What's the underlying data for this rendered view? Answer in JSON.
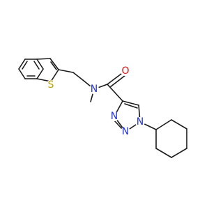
{
  "molecule": {
    "atom_labels": {
      "sulfur": "S",
      "amide_nitrogen": "N",
      "carbonyl_oxygen": "O",
      "triazole_n1": "N",
      "triazole_n2": "N",
      "triazole_n3": "N"
    },
    "colors": {
      "bond": "#1a1a1a",
      "sulfur": "#b8a200",
      "nitrogen": "#2233dd",
      "oxygen": "#dd1111"
    }
  }
}
